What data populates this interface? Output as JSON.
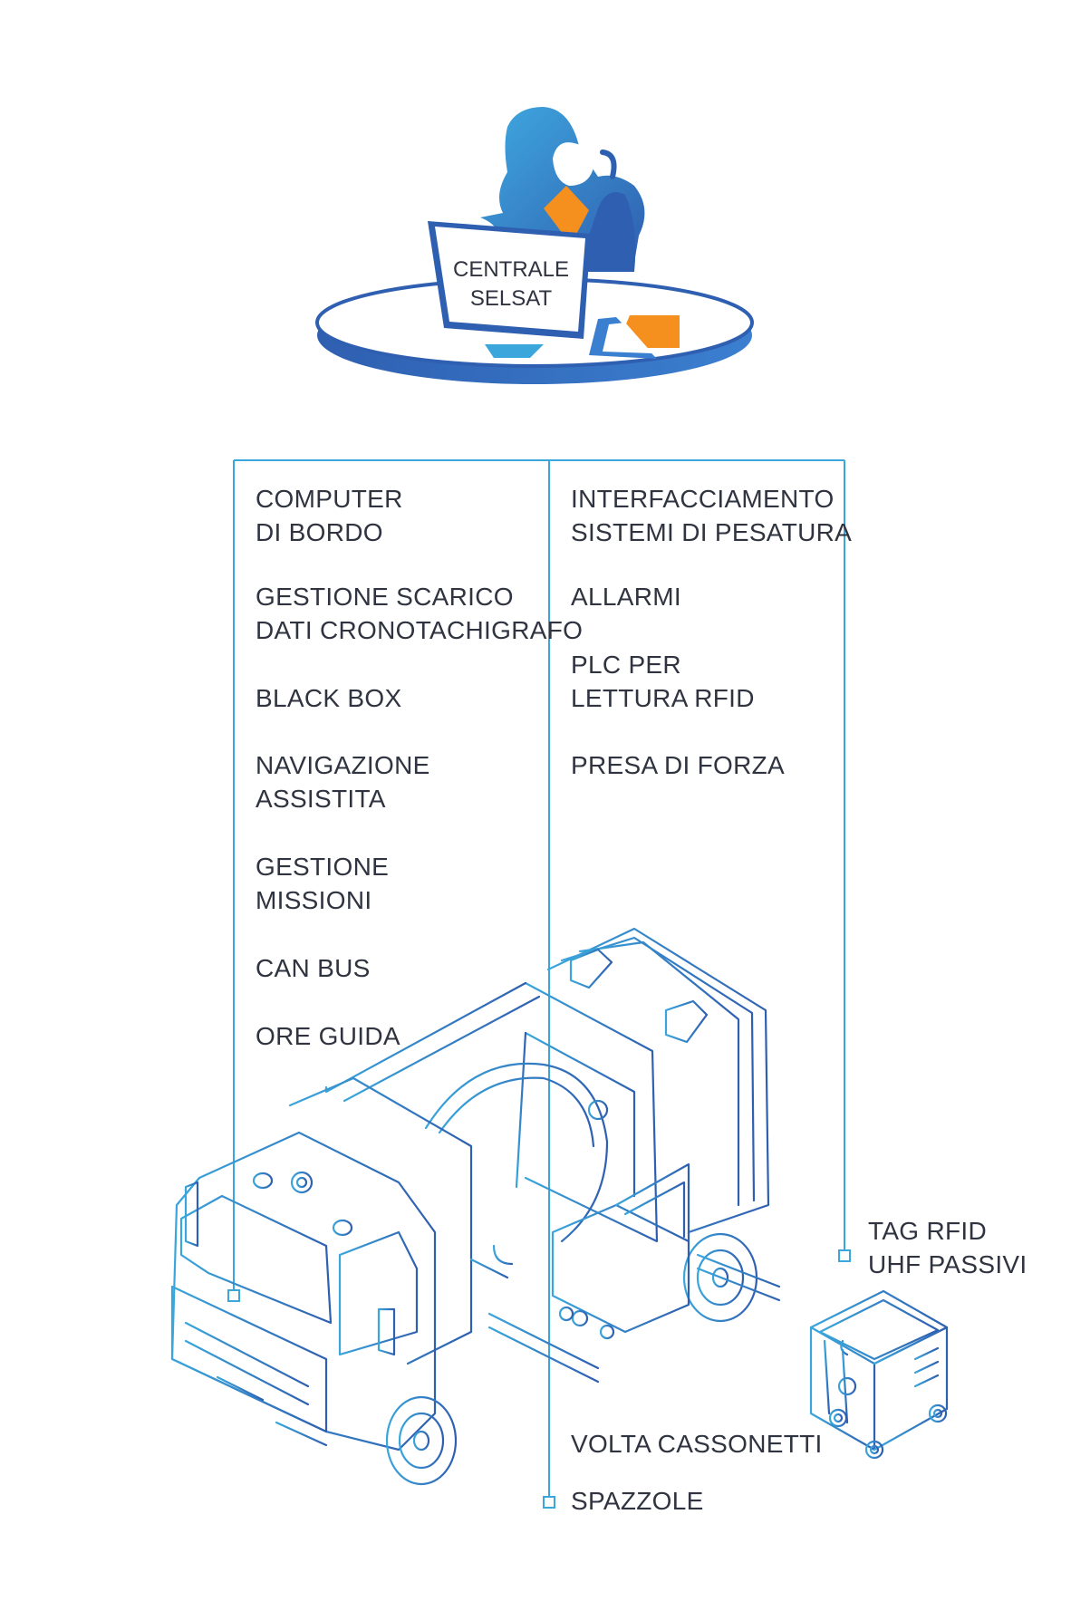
{
  "colors": {
    "line_blue": "#3aa6dc",
    "dark_blue": "#2f5fb0",
    "mid_blue": "#3b8fd6",
    "orange": "#f5901e",
    "text": "#2f3440"
  },
  "central": {
    "line1": "CENTRALE",
    "line2": "SELSAT"
  },
  "left_column": [
    {
      "lines": [
        "COMPUTER",
        "DI BORDO"
      ]
    },
    {
      "lines": [
        "GESTIONE SCARICO",
        "DATI CRONOTACHIGRAFO"
      ]
    },
    {
      "lines": [
        "BLACK BOX"
      ]
    },
    {
      "lines": [
        "NAVIGAZIONE",
        "ASSISTITA"
      ]
    },
    {
      "lines": [
        "GESTIONE",
        "MISSIONI"
      ]
    },
    {
      "lines": [
        "CAN BUS"
      ]
    },
    {
      "lines": [
        "ORE GUIDA"
      ]
    }
  ],
  "middle_column": [
    {
      "lines": [
        "INTERFACCIAMENTO",
        "SISTEMI DI PESATURA"
      ]
    },
    {
      "lines": [
        "ALLARMI"
      ]
    },
    {
      "lines": [
        "PLC PER",
        "LETTURA RFID"
      ]
    },
    {
      "lines": [
        "PRESA DI FORZA"
      ]
    }
  ],
  "bottom_labels": {
    "volta": "VOLTA CASSONETTI",
    "spazzole": "SPAZZOLE"
  },
  "rfid": {
    "line1": "TAG RFID",
    "line2": "UHF PASSIVI"
  },
  "icons": [
    "operator-figure",
    "desk-table",
    "monitor",
    "garbage-truck",
    "waste-bin",
    "connection-node"
  ]
}
